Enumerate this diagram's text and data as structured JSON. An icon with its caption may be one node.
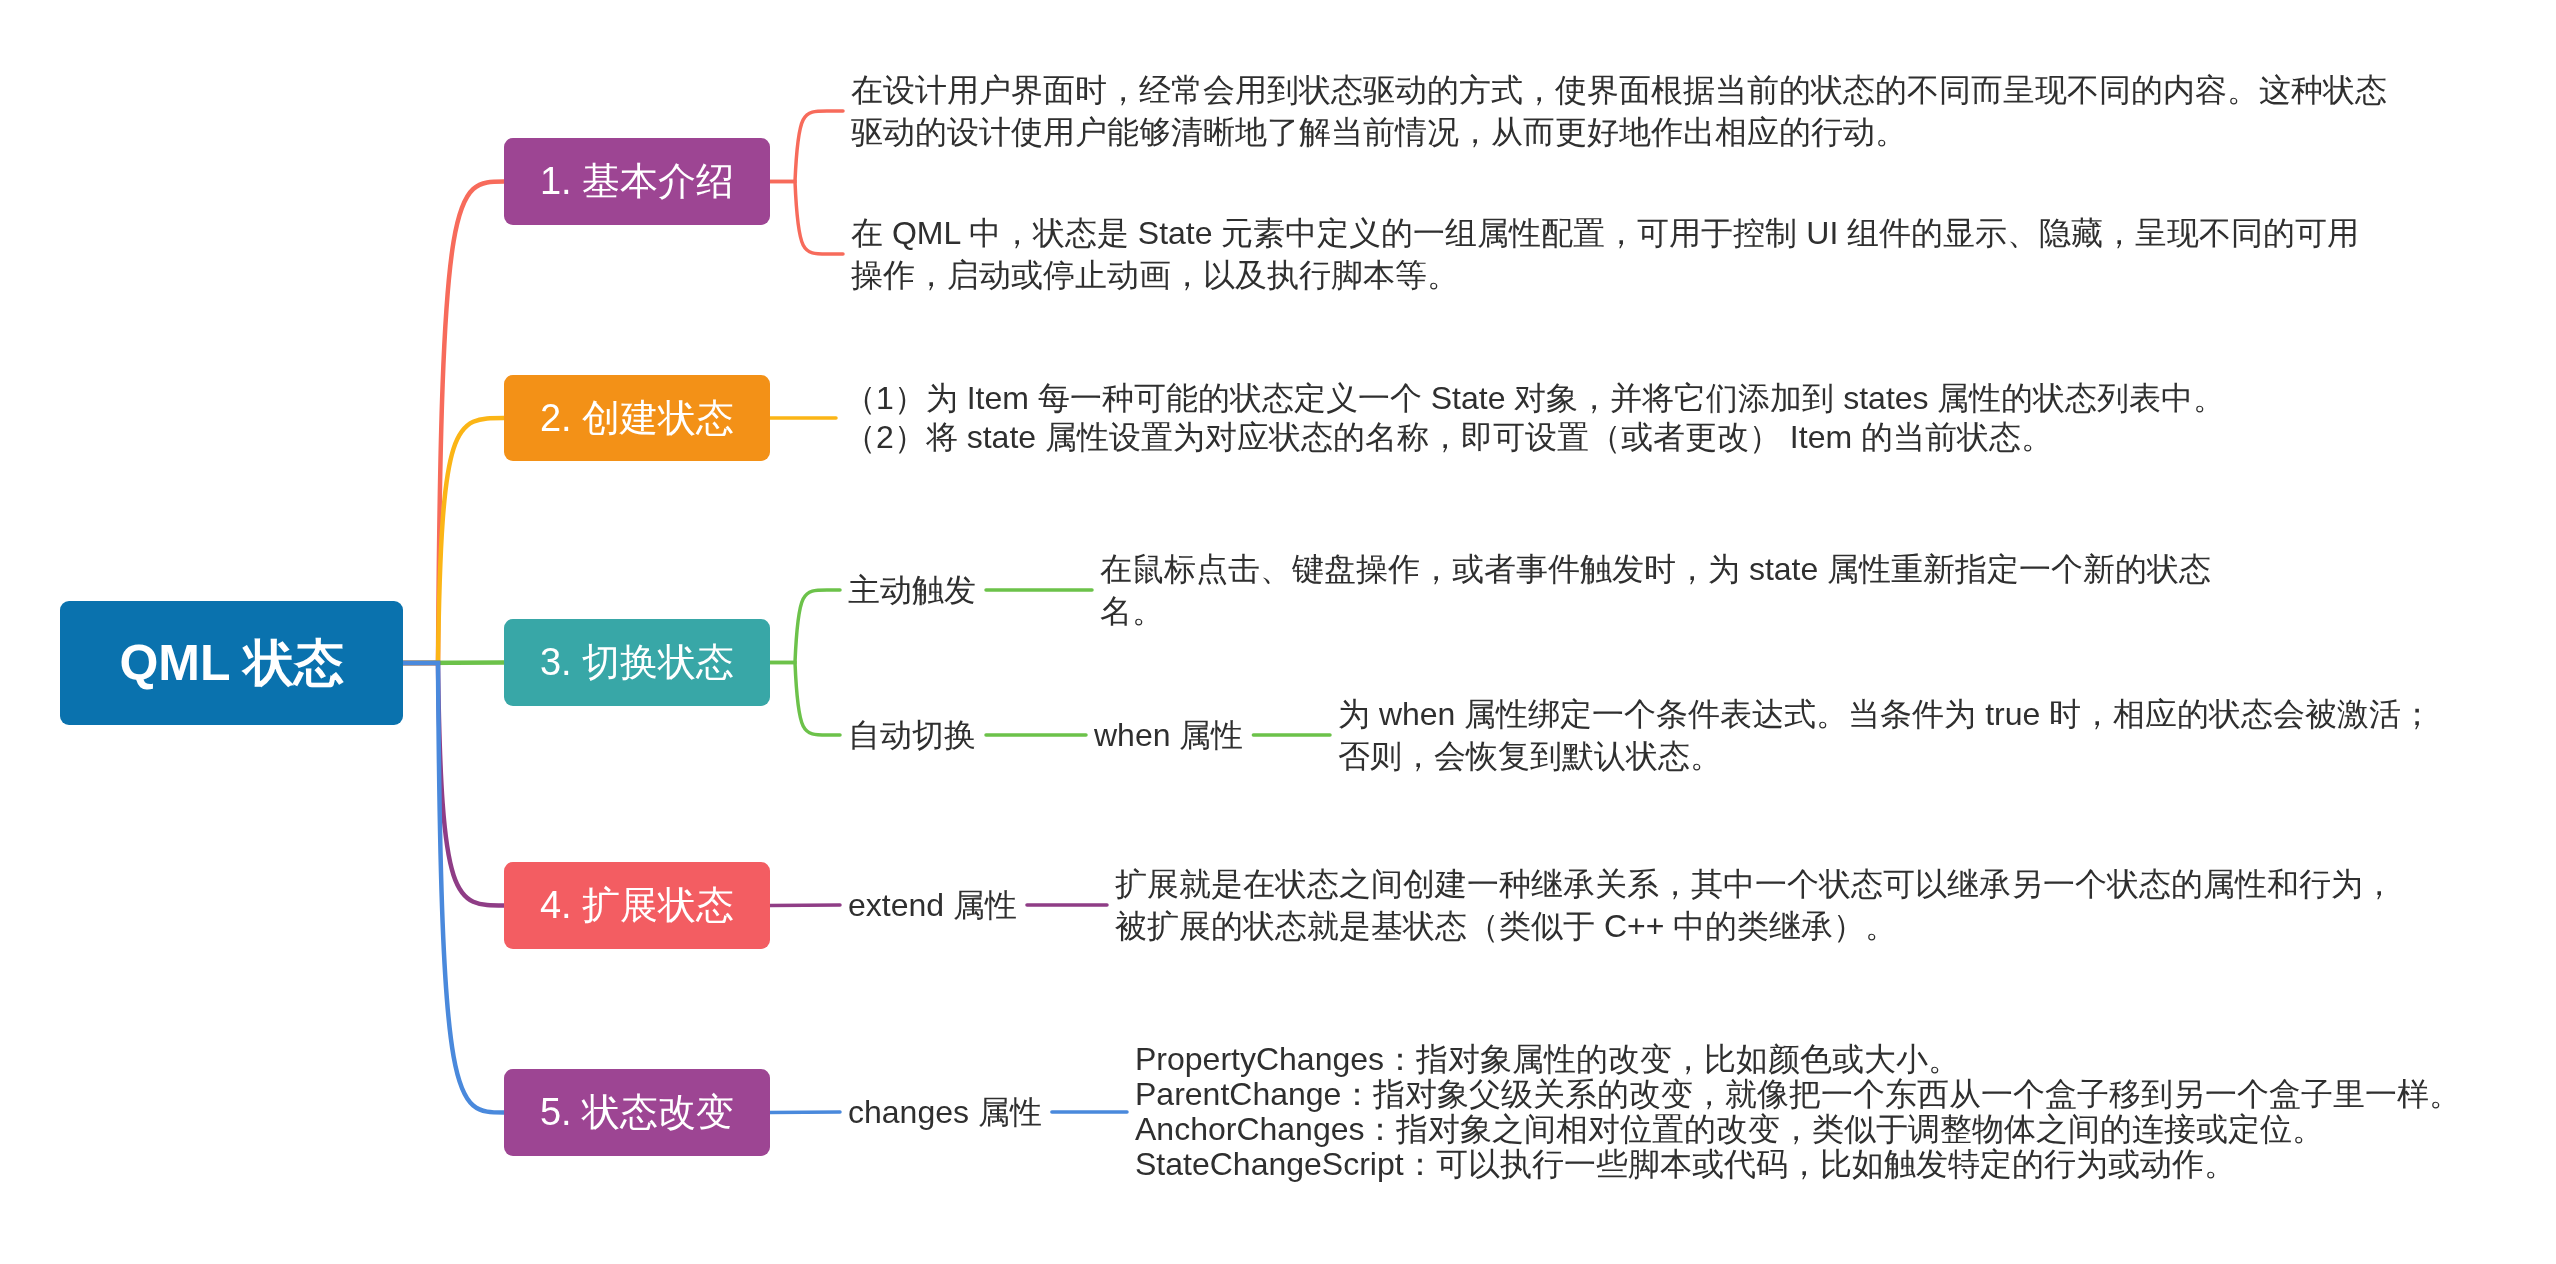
{
  "diagram": {
    "nodes": [
      {
        "text": [
          "QML 状态"
        ]
      },
      {
        "text": [
          "1. 基本介绍"
        ]
      },
      {
        "text": [
          "在设计用户界面时，经常会用到状态驱动的方式，使界面根据当前的状态的不同而呈现不同的内容。这种状态驱动的设计使用户能够清晰地了解当前情况，从而更好地作出相应的行动。"
        ]
      },
      {
        "text": [
          "在 QML 中，状态是 State 元素中定义的一组属性配置，可用于控制 UI 组件的显示、隐藏，呈现不同的可用操作，启动或停止动画，以及执行脚本等。"
        ]
      },
      {
        "text": [
          "2. 创建状态"
        ]
      },
      {
        "text": [
          "（1）为 Item 每一种可能的状态定义一个 State 对象，并将它们添加到 states 属性的状态列表中。",
          "（2）将 state 属性设置为对应状态的名称，即可设置（或者更改） Item 的当前状态。"
        ]
      },
      {
        "text": [
          "3. 切换状态"
        ]
      },
      {
        "text": [
          "主动触发"
        ]
      },
      {
        "text": [
          "在鼠标点击、键盘操作，或者事件触发时，为 state 属性重新指定一个新的状态名。"
        ]
      },
      {
        "text": [
          "自动切换"
        ]
      },
      {
        "text": [
          "when 属性"
        ]
      },
      {
        "text": [
          "为 when 属性绑定一个条件表达式。当条件为 true 时，相应的状态会被激活；否则，会恢复到默认状态。"
        ]
      },
      {
        "text": [
          "4. 扩展状态"
        ]
      },
      {
        "text": [
          "extend 属性"
        ]
      },
      {
        "text": [
          "扩展就是在状态之间创建一种继承关系，其中一个状态可以继承另一个状态的属性和行为，被扩展的状态就是基状态（类似于 C++ 中的类继承）。"
        ]
      },
      {
        "text": [
          "5. 状态改变"
        ]
      },
      {
        "text": [
          "changes 属性"
        ]
      },
      {
        "text": [
          "PropertyChanges：指对象属性的改变，比如颜色或大小。",
          "ParentChange：指对象父级关系的改变，就像把一个东西从一个盒子移到另一个盒子里一样。",
          "AnchorChanges：指对象之间相对位置的改变，类似于调整物体之间的连接或定位。",
          "StateChangeScript：可以执行一些脚本或代码，比如触发特定的行为或动作。"
        ]
      }
    ],
    "edges": [
      {
        "from": 0,
        "to": 1,
        "arrow": "none",
        "color": "#f76b5b"
      },
      {
        "from": 1,
        "to": 2,
        "arrow": "none",
        "color": "#f76b5b"
      },
      {
        "from": 1,
        "to": 3,
        "arrow": "none",
        "color": "#f76b5b"
      },
      {
        "from": 0,
        "to": 4,
        "arrow": "none",
        "color": "#fbb516"
      },
      {
        "from": 4,
        "to": 5,
        "arrow": "none",
        "color": "#fbb516"
      },
      {
        "from": 0,
        "to": 6,
        "arrow": "none"
      },
      {
        "from": 6,
        "to": 7,
        "arrow": "none"
      },
      {
        "from": 6,
        "to": 9,
        "arrow": "none"
      },
      {
        "from": 7,
        "to": 8,
        "arrow": "none"
      },
      {
        "from": 9,
        "to": 10,
        "arrow": "none"
      },
      {
        "from": 10,
        "to": 11,
        "arrow": "none"
      },
      {
        "from": 0,
        "to": 12,
        "arrow": "none",
        "color": "#8f3d86"
      },
      {
        "from": 12,
        "to": 13,
        "arrow": "none",
        "color": "#8f3d86"
      },
      {
        "from": 13,
        "to": 14,
        "arrow": "none",
        "color": "#8f3d86"
      },
      {
        "from": 0,
        "to": 15,
        "arrow": "none",
        "color": "#4a89dc"
      },
      {
        "from": 15,
        "to": 16,
        "arrow": "none",
        "color": "#4a89dc"
      },
      {
        "from": 16,
        "to": 17,
        "arrow": "none",
        "color": "#4a89dc"
      }
    ]
  }
}
